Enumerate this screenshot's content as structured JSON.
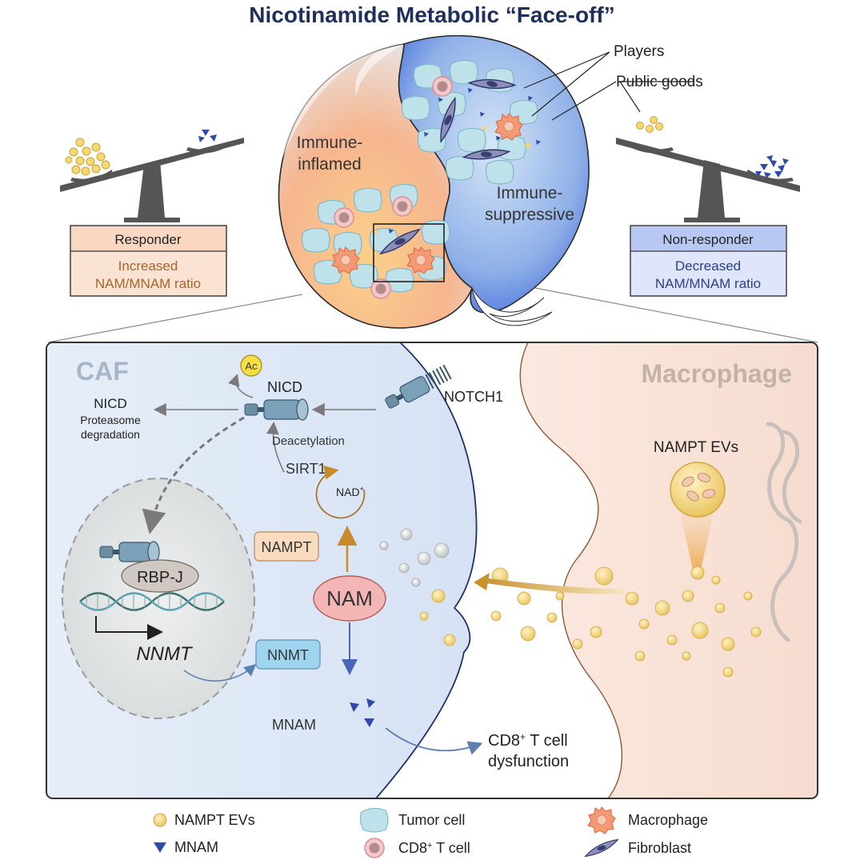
{
  "title": "Nicotinamide Metabolic “Face-off”",
  "top": {
    "left_region": [
      "Immune-",
      "inflamed"
    ],
    "right_region": [
      "Immune-",
      "suppressive"
    ],
    "players_label": "Players",
    "public_goods_label": "Public goods",
    "responder": {
      "title": "Responder",
      "line1": "Increased",
      "line2": "NAM/MNAM ratio"
    },
    "nonresponder": {
      "title": "Non-responder",
      "line1": "Decreased",
      "line2": "NAM/MNAM ratio"
    }
  },
  "panel": {
    "caf": "CAF",
    "macrophage": "Macrophage",
    "ac": "Ac",
    "nicd": "NICD",
    "notch1": "NOTCH1",
    "nicd_degradation": [
      "NICD",
      "Proteasome",
      "degradation"
    ],
    "deacetylation": "Deacetylation",
    "sirt1": "SIRT1",
    "nad": "NAD",
    "nad_sup": "+",
    "nampt": "NAMPT",
    "nam": "NAM",
    "nnmt_box": "NNMT",
    "rbpj": "RBP-J",
    "nnmt_gene": "NNMT",
    "mnam": "MNAM",
    "cd8_line1": "CD8",
    "cd8_sup": "+",
    "cd8_line1_rest": " T cell",
    "cd8_line2": "dysfunction",
    "nampt_evs": "NAMPT EVs"
  },
  "legend": {
    "nampt_evs": "NAMPT EVs",
    "mnam": "MNAM",
    "tumor": "Tumor cell",
    "cd8_prefix": "CD8",
    "cd8_sup": "+",
    "cd8_suffix": " T cell",
    "macrophage": "Macrophage",
    "fibroblast": "Fibroblast"
  },
  "colors": {
    "navy": "#1f2f5c",
    "orange_text": "#a8642a",
    "blue_text": "#2b3f8c",
    "nam_fill": "#f3b6b4",
    "nampt_fill": "#f9dcc0",
    "nnmt_fill": "#9fd4ef",
    "ev_yellow": "#f2d27a"
  }
}
